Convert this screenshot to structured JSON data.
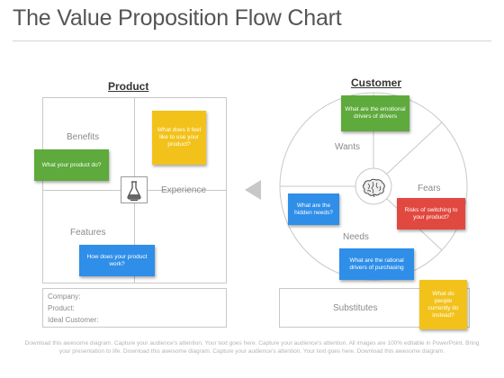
{
  "title": "The Value Proposition Flow Chart",
  "product": {
    "heading": "Product",
    "labels": {
      "benefits": "Benefits",
      "experience": "Experience",
      "features": "Features"
    },
    "notes": {
      "benefits": "What your product do?",
      "experience": "What does it feel like to use your product?",
      "features": "How does your product work?"
    },
    "info": [
      "Company:",
      "Product:",
      "Ideal Customer:"
    ]
  },
  "customer": {
    "heading": "Customer",
    "labels": {
      "wants": "Wants",
      "fears": "Fears",
      "needs": "Needs",
      "substitutes": "Substitutes"
    },
    "notes": {
      "wants": "What are the emotional drivers of drivers",
      "hidden": "What are the hidden needs?",
      "fears": "Risks of switching to your product?",
      "needs": "What are the rational drivers of purchasing",
      "substitutes": "What do people currently do instead?"
    }
  },
  "footer": "Download this awesome diagram. Capture your audience's attention. Your text goes here. Capture your audience's attention. All images are 100% editable in PowerPoint. Bring your presentation to life. Download this awesome diagram. Capture your audience's attention. Your text goes here. Download this awesome diagram.",
  "icons": [
    "flask-icon",
    "brain-icon",
    "arrow-left-icon"
  ],
  "colors": {
    "green": "#5eaa3c",
    "yellow": "#f2c21b",
    "blue": "#2f8ee8",
    "red": "#e1483f",
    "grey": "#c8c8c8"
  }
}
